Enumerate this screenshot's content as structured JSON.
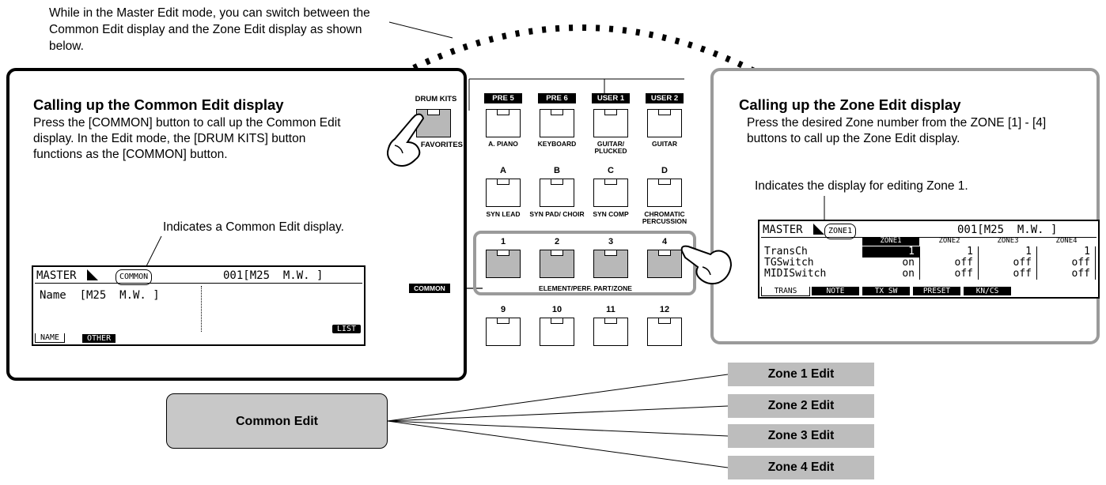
{
  "intro": "While in the Master Edit mode, you can switch between the Common Edit display and the Zone Edit display as shown below.",
  "left": {
    "title": "Calling up the Common Edit display",
    "body": "Press the [COMMON] button to call up the Common Edit display. In the Edit mode, the [DRUM KITS] button functions as the [COMMON] button.",
    "callout": "Indicates a Common Edit display.",
    "lcd": {
      "mode": "MASTER",
      "tag": "COMMON",
      "program": "001[M25  M.W. ]",
      "row": "Name  [M25  M.W. ]",
      "tabs": [
        "NAME",
        "OTHER"
      ],
      "icon": "LIST"
    }
  },
  "right": {
    "title": "Calling up the Zone Edit display",
    "body": "Press the desired Zone number from the ZONE [1] - [4] buttons to call up the Zone Edit display.",
    "callout": "Indicates the display for editing Zone 1.",
    "lcd": {
      "mode": "MASTER",
      "tag": "ZONE1",
      "program": "001[M25  M.W. ]",
      "columns": [
        "ZONE1",
        "ZONE2",
        "ZONE3",
        "ZONE4"
      ],
      "rows": [
        {
          "label": "TransCh",
          "values": [
            "1",
            "1",
            "1",
            "1"
          ]
        },
        {
          "label": "TGSwitch",
          "values": [
            "on",
            "off",
            "off",
            "off"
          ]
        },
        {
          "label": "MIDISwitch",
          "values": [
            "on",
            "off",
            "off",
            "off"
          ]
        }
      ],
      "tabs": [
        "TRANS",
        "NOTE",
        "TX SW",
        "PRESET",
        "KN/CS"
      ]
    }
  },
  "panel": {
    "drum_kits": "DRUM KITS",
    "favorites": "FAVORITES",
    "top_tags": [
      "PRE 5",
      "PRE 6",
      "USER 1",
      "USER 2"
    ],
    "row1_labels": [
      "A. PIANO",
      "KEYBOARD",
      "GUITAR/ PLUCKED",
      "GUITAR"
    ],
    "row2_letters": [
      "A",
      "B",
      "C",
      "D"
    ],
    "row2_labels": [
      "SYN LEAD",
      "SYN PAD/ CHOIR",
      "SYN COMP",
      "CHROMATIC PERCUSSION"
    ],
    "row3_numbers": [
      "1",
      "2",
      "3",
      "4"
    ],
    "element_label": "ELEMENT/PERF. PART/ZONE",
    "common_label": "COMMON",
    "row4_numbers": [
      "9",
      "10",
      "11",
      "12"
    ]
  },
  "diagram": {
    "common_edit": "Common Edit",
    "zones": [
      "Zone 1 Edit",
      "Zone 2 Edit",
      "Zone 3 Edit",
      "Zone 4 Edit"
    ]
  }
}
